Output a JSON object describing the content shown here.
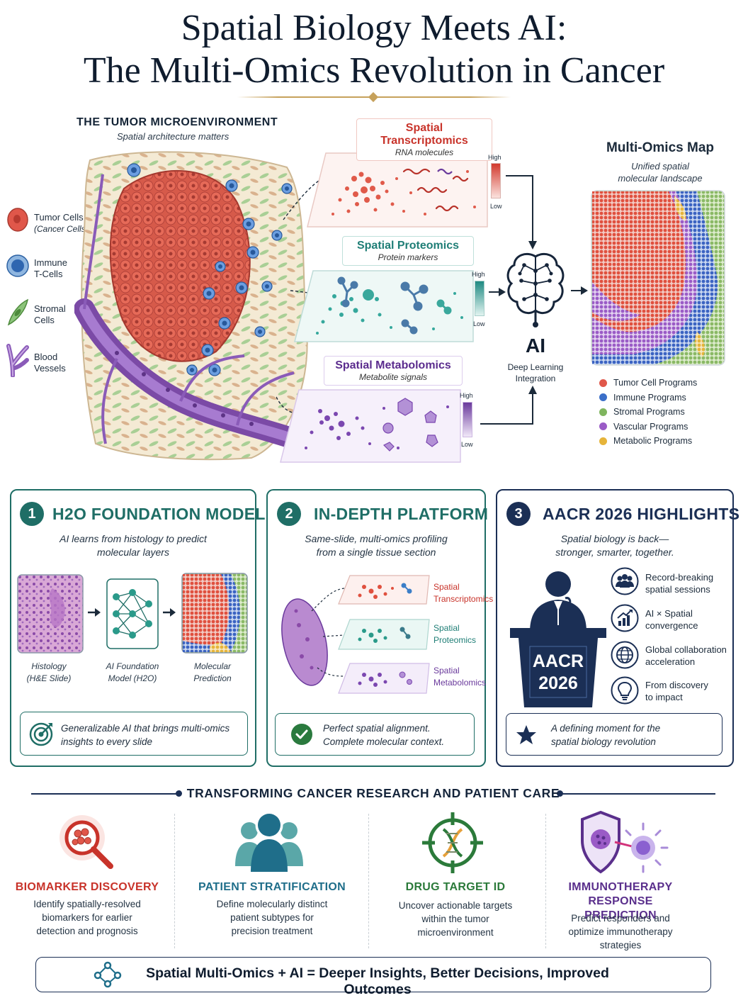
{
  "title": {
    "line1": "Spatial Biology Meets AI:",
    "line2": "The Multi-Omics Revolution in Cancer"
  },
  "tme": {
    "heading": "THE TUMOR MICROENVIRONMENT",
    "subheading": "Spatial architecture matters",
    "legend": [
      {
        "label": "Tumor Cells",
        "note": "(Cancer Cells)",
        "icon": "tumor-cell-icon",
        "color": "#e0574a"
      },
      {
        "label": "Immune",
        "note": "T-Cells",
        "icon": "immune-cell-icon",
        "color": "#3b7ec8"
      },
      {
        "label": "Stromal",
        "note": "Cells",
        "icon": "stromal-cell-icon",
        "color": "#6fae5a"
      },
      {
        "label": "Blood",
        "note": "Vessels",
        "icon": "blood-vessel-icon",
        "color": "#8a5bb8"
      }
    ]
  },
  "layers": [
    {
      "name": "Spatial Transcriptomics",
      "sub": "RNA molecules",
      "high": "High",
      "low": "Low",
      "color": "#d23a2e"
    },
    {
      "name": "Spatial Proteomics",
      "sub": "Protein markers",
      "high": "High",
      "low": "Low",
      "color": "#1f8a82"
    },
    {
      "name": "Spatial Metabolomics",
      "sub": "Metabolite signals",
      "high": "High",
      "low": "Low",
      "color": "#6a3a9c"
    }
  ],
  "ai": {
    "label": "AI",
    "caption_line1": "Deep Learning",
    "caption_line2": "Integration"
  },
  "map": {
    "heading": "Multi-Omics Map",
    "sub_line1": "Unified spatial",
    "sub_line2": "molecular landscape",
    "legend": [
      {
        "label": "Tumor Cell Programs",
        "color": "#e0574a"
      },
      {
        "label": "Immune Programs",
        "color": "#3b6fc8"
      },
      {
        "label": "Stromal Programs",
        "color": "#7fb55e"
      },
      {
        "label": "Vascular Programs",
        "color": "#9a5bc6"
      },
      {
        "label": "Metabolic Programs",
        "color": "#e6b43a"
      }
    ]
  },
  "cards": [
    {
      "num": "1",
      "title": "H2O FOUNDATION MODEL",
      "sub_line1": "AI learns from histology to predict",
      "sub_line2": "molecular layers",
      "steps": [
        {
          "line1": "Histology",
          "line2": "(H&E Slide)"
        },
        {
          "line1": "AI Foundation",
          "line2": "Model (H2O)"
        },
        {
          "line1": "Molecular",
          "line2": "Prediction"
        }
      ],
      "foot_line1": "Generalizable AI that brings multi-omics",
      "foot_line2": "insights to every slide",
      "color": "#1f6e66"
    },
    {
      "num": "2",
      "title": "IN-DEPTH PLATFORM",
      "sub_line1": "Same-slide, multi-omics profiling",
      "sub_line2": "from a single tissue section",
      "layers": [
        {
          "line1": "Spatial",
          "line2": "Transcriptomics",
          "color": "#c8332a"
        },
        {
          "line1": "Spatial",
          "line2": "Proteomics",
          "color": "#1f7e76"
        },
        {
          "line1": "Spatial",
          "line2": "Metabolomics",
          "color": "#6a3a9c"
        }
      ],
      "foot_line1": "Perfect spatial alignment.",
      "foot_line2": "Complete molecular context.",
      "color": "#1f6e66"
    },
    {
      "num": "3",
      "title": "AACR 2026 HIGHLIGHTS",
      "sub_line1": "Spatial biology is back—",
      "sub_line2": "stronger, smarter, together.",
      "podium_line1": "AACR",
      "podium_line2": "2026",
      "items": [
        {
          "line1": "Record-breaking",
          "line2": "spatial sessions",
          "icon": "people-icon"
        },
        {
          "line1": "AI × Spatial",
          "line2": "convergence",
          "icon": "growth-chart-icon"
        },
        {
          "line1": "Global collaboration",
          "line2": "acceleration",
          "icon": "globe-icon"
        },
        {
          "line1": "From discovery",
          "line2": "to impact",
          "icon": "lightbulb-icon"
        }
      ],
      "foot_line1": "A defining moment for the",
      "foot_line2": "spatial biology revolution",
      "color": "#1b2f55"
    }
  ],
  "impact": {
    "heading": "TRANSFORMING CANCER RESEARCH AND PATIENT CARE",
    "items": [
      {
        "title_line1": "BIOMARKER DISCOVERY",
        "title_line2": "",
        "desc": [
          "Identify spatially-resolved",
          "biomarkers for earlier",
          "detection and prognosis"
        ],
        "color": "#c8332a",
        "icon": "magnifier-icon"
      },
      {
        "title_line1": "PATIENT STRATIFICATION",
        "title_line2": "",
        "desc": [
          "Define molecularly distinct",
          "patient subtypes for",
          "precision treatment"
        ],
        "color": "#1f6e8a",
        "icon": "patients-icon"
      },
      {
        "title_line1": "DRUG TARGET ID",
        "title_line2": "",
        "desc": [
          "Uncover actionable targets",
          "within the tumor",
          "microenvironment"
        ],
        "color": "#2b7a3a",
        "icon": "dna-target-icon"
      },
      {
        "title_line1": "IMMUNOTHERAPY",
        "title_line2": "RESPONSE PREDICTION",
        "desc": [
          "Predict responders and",
          "optimize immunotherapy",
          "strategies"
        ],
        "color": "#5a2f8c",
        "icon": "shield-cell-icon"
      }
    ]
  },
  "banner": "Spatial Multi-Omics + AI = Deeper Insights, Better Decisions, Improved Outcomes"
}
